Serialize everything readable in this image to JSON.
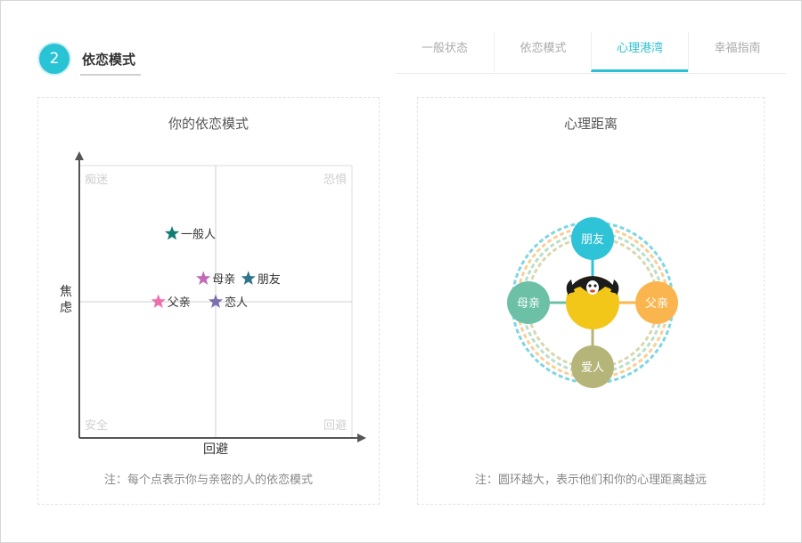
{
  "section": {
    "number": "2",
    "title": "依恋模式"
  },
  "tabs": [
    {
      "label": "一般状态",
      "active": false
    },
    {
      "label": "依恋模式",
      "active": false
    },
    {
      "label": "心理港湾",
      "active": true
    },
    {
      "label": "幸福指南",
      "active": false
    }
  ],
  "attachment_chart": {
    "title": "你的依恋模式",
    "note": "注：每个点表示你与亲密的人的依恋模式",
    "x_axis_label": "回避",
    "y_axis_label": "焦虑",
    "quadrant_labels": {
      "top_left": "痴迷",
      "top_right": "恐惧",
      "bottom_left": "安全",
      "bottom_right": "回避"
    },
    "points": [
      {
        "label": "一般人",
        "avoidance": -0.32,
        "anxiety": 0.5,
        "color": "#127d74"
      },
      {
        "label": "母亲",
        "avoidance": -0.09,
        "anxiety": 0.17,
        "color": "#c36bb8"
      },
      {
        "label": "朋友",
        "avoidance": 0.24,
        "anxiety": 0.17,
        "color": "#2f7489"
      },
      {
        "label": "父亲",
        "avoidance": -0.42,
        "anxiety": 0.0,
        "color": "#ef6fab"
      },
      {
        "label": "恋人",
        "avoidance": 0.0,
        "anxiety": 0.0,
        "color": "#7e6fb0"
      }
    ]
  },
  "distance_chart": {
    "title": "心理距离",
    "note": "注：圆环越大，表示他们和你的心理距离越远",
    "nodes": [
      {
        "label": "朋友",
        "position": "top",
        "color": "#2ec3d7",
        "distance": 0.94
      },
      {
        "label": "父亲",
        "position": "right",
        "color": "#fbb54f",
        "distance": 0.82
      },
      {
        "label": "爱人",
        "position": "bottom",
        "color": "#b5b57a",
        "distance": 0.76
      },
      {
        "label": "母亲",
        "position": "left",
        "color": "#6cc0a6",
        "distance": 0.88
      }
    ],
    "ring_colors": [
      "#7fd6e3",
      "#f8cf96",
      "#b8dfc7",
      "#d7d8b0"
    ],
    "center_color": "#f3c71a"
  }
}
